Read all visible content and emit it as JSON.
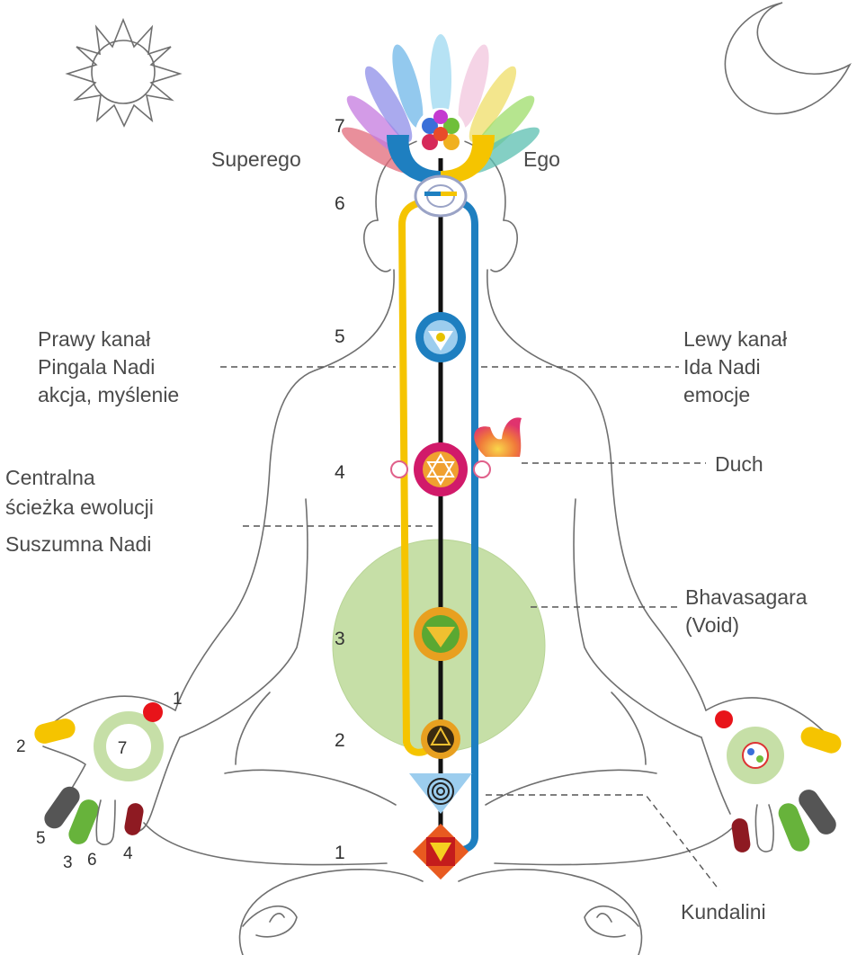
{
  "colors": {
    "left_channel": "#1e7fc0",
    "right_channel": "#f5c400",
    "central_channel": "#111111",
    "void": "#c6dfa7",
    "outline": "#6f6f6f"
  },
  "icons": {
    "sun": "sun-icon",
    "moon": "crescent-moon-icon",
    "sahasrara": "thousand-petal-lotus-icon",
    "flame": "spirit-flame-icon",
    "kundalini": "kundalini-spiral-icon"
  },
  "labels": {
    "superego": "Superego",
    "ego": "Ego",
    "right_channel": [
      "Prawy kanał",
      "Pingala Nadi",
      "akcja, myślenie"
    ],
    "left_channel": [
      "Lewy kanał",
      "Ida Nadi",
      "emocje"
    ],
    "spirit": "Duch",
    "central_channel": [
      "Centralna",
      "ścieżka ewolucji",
      "Suszumna Nadi"
    ],
    "void": [
      "Bhavasagara",
      "(Void)"
    ],
    "kundalini": "Kundalini"
  },
  "chakra_numbers": [
    "7",
    "6",
    "5",
    "4",
    "3",
    "2",
    "1"
  ],
  "finger_numbers": {
    "thumb": "2",
    "index": "5",
    "middle": "3",
    "ring": "6",
    "little": "4",
    "wrist": "1",
    "palm": "7"
  }
}
